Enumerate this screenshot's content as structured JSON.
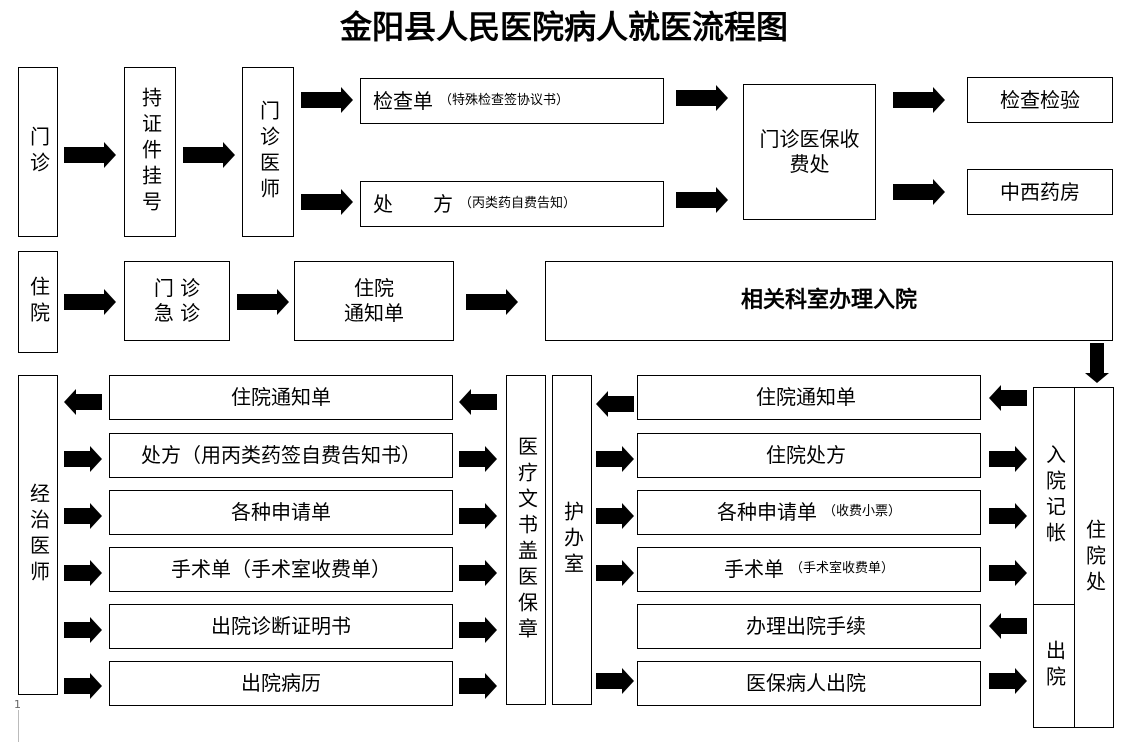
{
  "title": "金阳县人民医院病人就医流程图",
  "page_number": "1",
  "section1": {
    "outpatient": "门诊",
    "register": "持证件挂号",
    "doctor": "门诊医师",
    "exam_form": "检查单",
    "exam_form_note": "（特殊检查签协议书）",
    "prescription": "处　　方",
    "prescription_note": "（丙类药自费告知）",
    "cashier": "门诊医保收费处",
    "exam": "检查检验",
    "pharmacy": "中西药房"
  },
  "section2": {
    "inpatient": "住院",
    "emergency_line1": "门 诊",
    "emergency_line2": "急 诊",
    "notice_line1": "住院",
    "notice_line2": "通知单",
    "admission": "相关科室办理入院"
  },
  "section3": {
    "attending": "经治医师",
    "left_items": [
      "住院通知单",
      "处方（用丙类药签自费告知书）",
      "各种申请单",
      "手术单（手术室收费单）",
      "出院诊断证明书",
      "出院病历"
    ],
    "stamp": "医疗文书盖医保章",
    "nurse": "护办室",
    "right_items": [
      "住院通知单",
      "住院处方",
      "各种申请单",
      "手术单",
      "办理出院手续",
      "医保病人出院"
    ],
    "right_notes": [
      "",
      "",
      "（收费小票）",
      "（手术室收费单）",
      "",
      ""
    ],
    "admit_account": "入院记帐",
    "discharge": "出院",
    "inpatient_office": "住院处"
  }
}
